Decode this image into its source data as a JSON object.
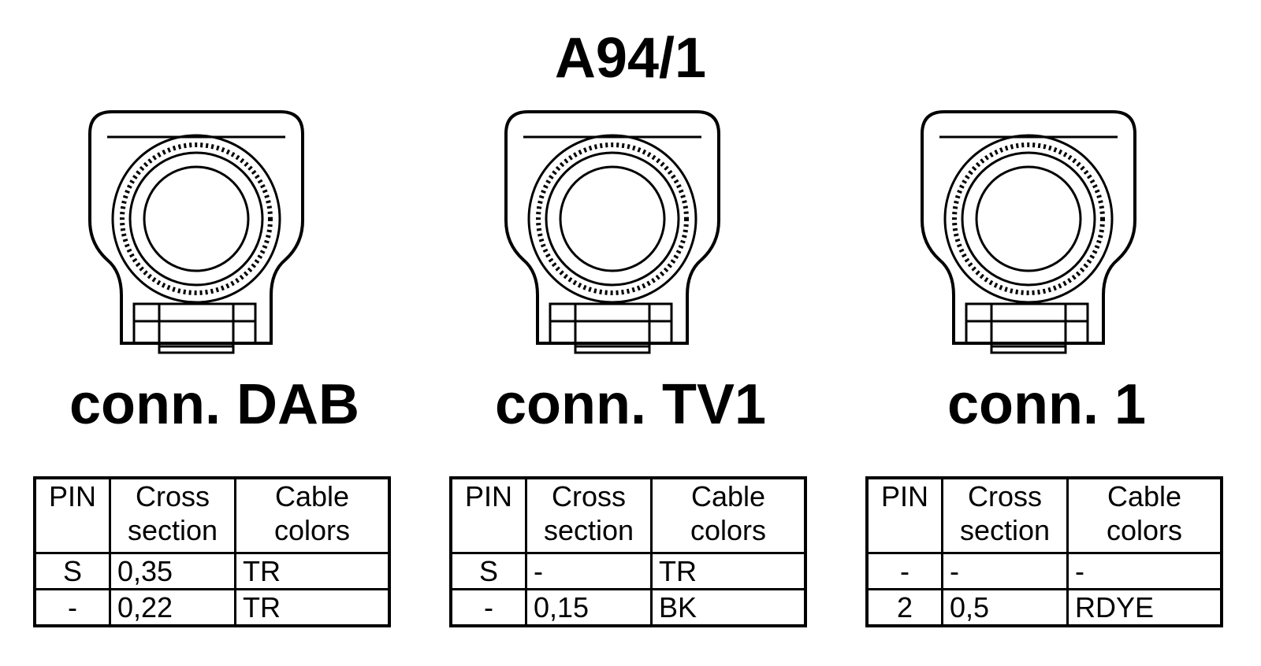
{
  "diagram": {
    "title": "A94/1",
    "connectors": [
      {
        "label": "conn. DAB",
        "table": {
          "headers": [
            "PIN",
            "Cross section",
            "Cable colors"
          ],
          "rows": [
            [
              "S",
              "0,35",
              "TR"
            ],
            [
              "-",
              "0,22",
              "TR"
            ]
          ]
        }
      },
      {
        "label": "conn. TV1",
        "table": {
          "headers": [
            "PIN",
            "Cross section",
            "Cable colors"
          ],
          "rows": [
            [
              "S",
              "-",
              "TR"
            ],
            [
              "-",
              "0,15",
              "BK"
            ]
          ]
        }
      },
      {
        "label": "conn. 1",
        "table": {
          "headers": [
            "PIN",
            "Cross section",
            "Cable colors"
          ],
          "rows": [
            [
              "-",
              "-",
              "-"
            ],
            [
              "2",
              "0,5",
              "RDYE"
            ]
          ]
        }
      }
    ]
  }
}
